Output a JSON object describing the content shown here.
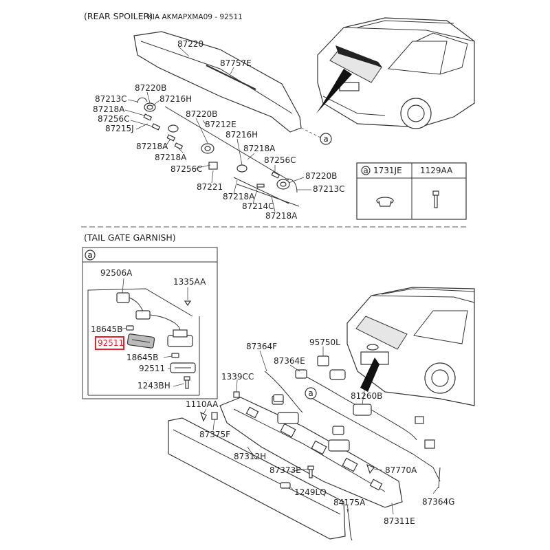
{
  "header": {
    "section_title": "(REAR SPOILER)",
    "catalog_code": "KIA AKMAPXMA09 - 92511"
  },
  "section2_title": "(TAIL GATE GARNISH)",
  "highlight_color": "#e8202a",
  "callout_letter": "a",
  "fastener_table": {
    "ref": "a",
    "cols": [
      "1731JE",
      "1129AA"
    ]
  },
  "spoiler_labels": {
    "l87220": "87220",
    "l87757E": "87757E",
    "l87220B_1": "87220B",
    "l87213C_1": "87213C",
    "l87216H_1": "87216H",
    "l87218A_1": "87218A",
    "l87256C_1": "87256C",
    "l87220B_2": "87220B",
    "l87215J": "87215J",
    "l87212E": "87212E",
    "l87216H_2": "87216H",
    "l87218A_2": "87218A",
    "l87218A_3": "87218A",
    "l87218A_4": "87218A",
    "l87256C_2": "87256C",
    "l87220B_3": "87220B",
    "l87256C_3": "87256C",
    "l87213C_2": "87213C",
    "l87221": "87221",
    "l87218A_5": "87218A",
    "l87214C": "87214C",
    "l87218A_6": "87218A"
  },
  "detail_labels": {
    "l92506A": "92506A",
    "l1335AA": "1335AA",
    "l18645B_1": "18645B",
    "l92511_hl": "92511",
    "l18645B_2": "18645B",
    "l92511": "92511",
    "l1243BH": "1243BH"
  },
  "garnish_labels": {
    "l87364F": "87364F",
    "l95750L": "95750L",
    "l87364E": "87364E",
    "l1339CC": "1339CC",
    "l81260B": "81260B",
    "l1110AA": "1110AA",
    "l87375F": "87375F",
    "l87312H": "87312H",
    "l87373E": "87373E",
    "l87770A": "87770A",
    "l1249LQ": "1249LQ",
    "l84175A": "84175A",
    "l87364G": "87364G",
    "l87311E": "87311E"
  }
}
